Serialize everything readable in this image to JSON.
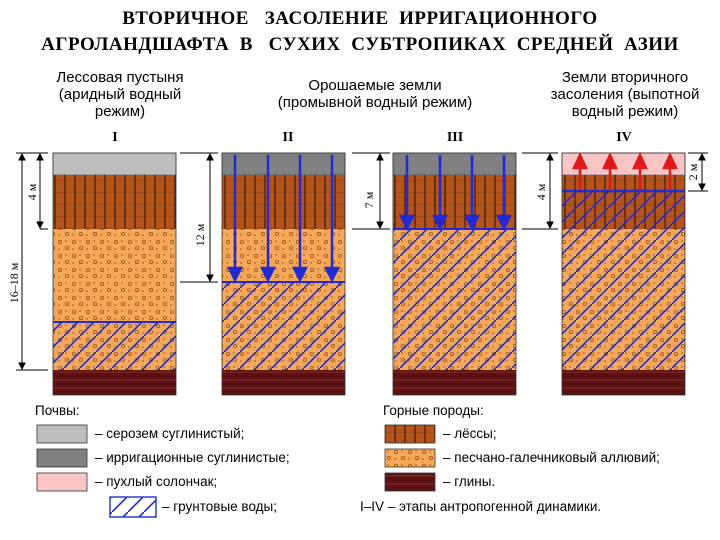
{
  "title": {
    "line1": "ВТОРИЧНОЕ   ЗАСОЛЕНИЕ  ИРРИГАЦИОННОГО",
    "line2": "АГРОЛАНДШАФТА  В   СУХИХ  СУБТРОПИКАХ  СРЕДНЕЙ  АЗИИ"
  },
  "captions": {
    "desert": "Лессовая пустыня\n(аридный водный\nрежим)",
    "irrigated": "Орошаемые земли\n(промывной водный режим)",
    "secondary": "Земли вторичного\nзасоления (выпотной\nводный режим)"
  },
  "columns": [
    "I",
    "II",
    "III",
    "IV"
  ],
  "depth_labels": {
    "col1_top": "4 м",
    "col1_total": "16–18 м",
    "col2": "12 м",
    "col3": "7 м",
    "col4_left": "4 м",
    "col4_right": "2 м"
  },
  "legend": {
    "soils_title": "Почвы:",
    "rocks_title": "Горные породы:",
    "serozem": "– серозем суглинистый;",
    "irrigation": "– ирригационные суглинистые;",
    "solonchak": "– пухлый солончак;",
    "loess": "– лёссы;",
    "alluvium": "– песчано-галечниковый аллювий;",
    "clay": "– глины.",
    "groundwater": "– грунтовые воды;",
    "stages": "I–IV – этапы антропогенной динамики."
  },
  "colors": {
    "serozem": "#bebebe",
    "irrigation_soil": "#808080",
    "solonchak": "#f9c5c5",
    "loess": "#b5541a",
    "alluvium": "#f5a858",
    "clay": "#5a1212",
    "groundwater": "#1f2bd6",
    "upward_arrow": "#e01818"
  }
}
